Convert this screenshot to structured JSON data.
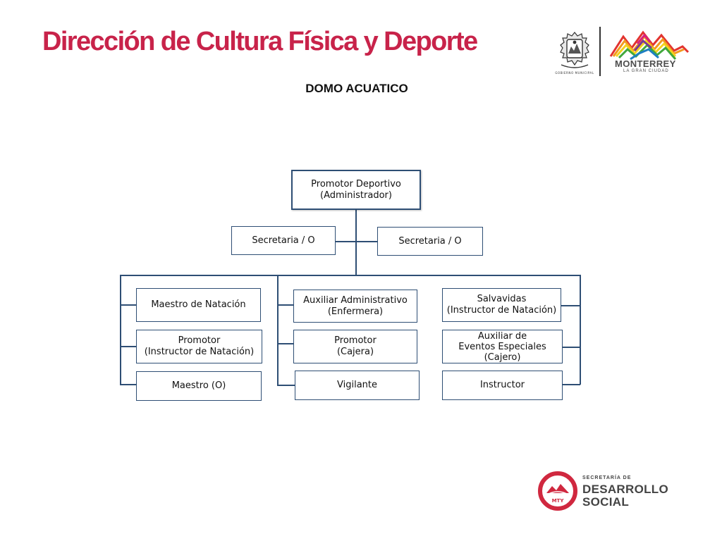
{
  "header": {
    "title": "Dirección de Cultura Física y Deporte",
    "subtitle": "DOMO ACUATICO"
  },
  "org_chart": {
    "root": {
      "line1": "Promotor Deportivo",
      "line2": "(Administrador)"
    },
    "staff_left": "Secretaria / O",
    "staff_right": "Secretaria / O",
    "col1": [
      {
        "line1": "Maestro de Natación"
      },
      {
        "line1": "Promotor",
        "line2": "(Instructor de Natación)"
      },
      {
        "line1": "Maestro (O)"
      }
    ],
    "col2": [
      {
        "line1": "Auxiliar  Administrativo",
        "line2": "(Enfermera)"
      },
      {
        "line1": "Promotor",
        "line2": "(Cajera)"
      },
      {
        "line1": "Vigilante"
      }
    ],
    "col3": [
      {
        "line1": "Salvavidas",
        "line2": "(Instructor de Natación)"
      },
      {
        "line1": "Auxiliar de",
        "line2": "Eventos Especiales",
        "line3": "(Cajero)"
      },
      {
        "line1": "Instructor"
      }
    ]
  },
  "logos": {
    "seal_caption": "GOBIERNO MUNICIPAL",
    "city_name": "MONTERREY",
    "city_tagline": "LA GRAN CIUDAD",
    "secretaria_small": "SECRETARÍA DE",
    "secretaria_line1": "DESARROLLO",
    "secretaria_line2": "SOCIAL",
    "badge_text": "MTY"
  },
  "colors": {
    "title": "#c8234a",
    "box_border": "#2e4e74",
    "ds_red": "#d0283f"
  }
}
